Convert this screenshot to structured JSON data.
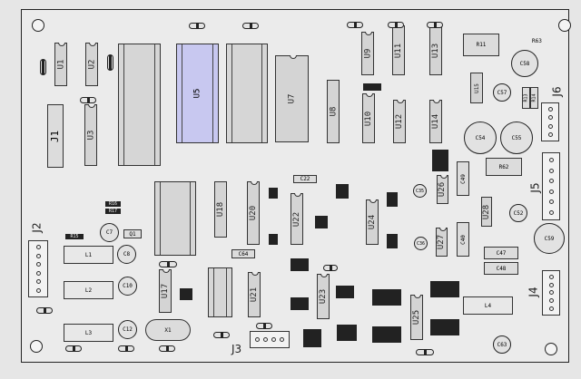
{
  "board": {
    "ics": {
      "U1": "U1",
      "U2": "U2",
      "U3": "U3",
      "U5": "U5",
      "U7": "U7",
      "U8": "U8",
      "U9": "U9",
      "U10": "U10",
      "U11": "U11",
      "U12": "U12",
      "U13": "U13",
      "U14": "U14",
      "U15": "U15",
      "U17": "U17",
      "U18": "U18",
      "U20": "U20",
      "U21": "U21",
      "U22": "U22",
      "U23": "U23",
      "U24": "U24",
      "U25": "U25",
      "U26": "U26",
      "U27": "U27",
      "U28": "U28"
    },
    "connectors": {
      "J1": "J1",
      "J2": "J2",
      "J3": "J3",
      "J4": "J4",
      "J5": "J5",
      "J6": "J6"
    },
    "capacitors": {
      "C7": "C7",
      "C8": "C8",
      "C10": "C10",
      "C12": "C12",
      "C35": "C35",
      "C36": "C36",
      "C40": "C40",
      "C47": "C47",
      "C48": "C48",
      "C49": "C49",
      "C52": "C52",
      "C54": "C54",
      "C55": "C55",
      "C57": "C57",
      "C58": "C58",
      "C59": "C59",
      "C63": "C63",
      "C64": "C64",
      "C22": "C22"
    },
    "inductors": {
      "L1": "L1",
      "L2": "L2",
      "L3": "L3",
      "L4": "L4"
    },
    "resistors": {
      "R11": "R11",
      "R13": "R13",
      "R14": "R14",
      "R62": "R62",
      "R63": "R63",
      "R16": "R16",
      "R17": "R17",
      "R15": "R15"
    },
    "others": {
      "X1": "X1",
      "Q1": "Q1"
    }
  }
}
